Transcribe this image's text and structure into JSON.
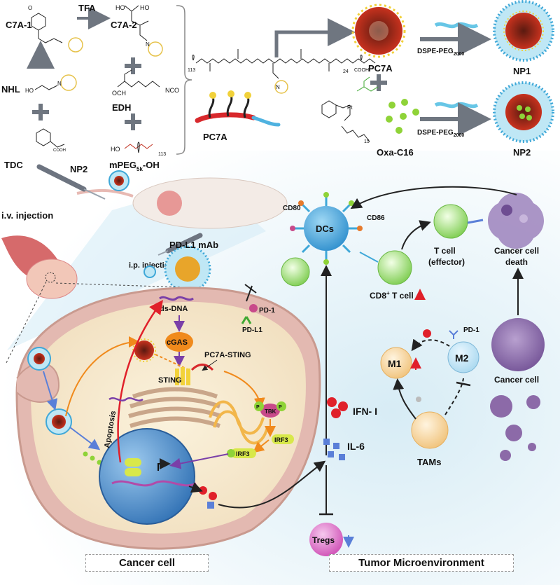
{
  "chemistry": {
    "c7a1": "C7A-1",
    "tfa": "TFA",
    "c7a2": "C7A-2",
    "nhl": "NHL",
    "edh": "EDH",
    "tdc": "TDC",
    "mpeg": "mPEG",
    "mpeg_sub": "5k",
    "mpeg_suffix": "-OH",
    "edh_och": "OCH",
    "edh_nco": "NCO",
    "ho": "HO",
    "cooh": "COOH",
    "n": "N",
    "o": "O",
    "n113": "113",
    "n113b": "113",
    "nsub24": "24",
    "nsub15": "15",
    "pc7a_poly": "PC7A",
    "pc7a_np": "PC7A",
    "oxa": "Oxa-C16",
    "pt": "Pt",
    "dspe1": "DSPE-PEG",
    "dspe1_sub": "2000",
    "dspe2": "DSPE-PEG",
    "dspe2_sub": "2000",
    "np1": "NP1",
    "np2": "NP2"
  },
  "mouse": {
    "np2": "NP2",
    "iv": "i.v. injection",
    "ip": "i.p. injection",
    "pdl1_mab": "PD-L1 mAb"
  },
  "cell": {
    "dsdna": "ds-DNA",
    "cgas": "cGAS",
    "pc7a_sting": "PC7A-STING",
    "sting": "STING",
    "apoptosis": "Apoptosis",
    "tbk": "TBK",
    "p": "P",
    "irf3": "IRF3",
    "p_irf3": "IRF3",
    "pd1": "PD-1",
    "pdl1": "PD-L1"
  },
  "tme": {
    "cd80": "CD80",
    "cd86": "CD86",
    "dcs": "DCs",
    "tcell_line1": "T cell",
    "tcell_line2": "(effector)",
    "death_line1": "Cancer cell",
    "death_line2": "death",
    "cd8": "CD8",
    "cd8_sup": "+",
    "cd8_suffix": " T cell",
    "m1": "M1",
    "m2": "M2",
    "m2_pd1": "PD-1",
    "ifn": "IFN- I",
    "il6": "IL-6",
    "tams": "TAMs",
    "tregs": "Tregs",
    "cancer_cell": "Cancer cell"
  },
  "panels": {
    "left": "Cancer cell",
    "right": "Tumor Microenvironment"
  },
  "colors": {
    "arrow_gray": "#6f7680",
    "red_arrow": "#e0202a",
    "orange_arrow": "#f08a1c",
    "purple_arrow": "#7a3fa8",
    "cell_pink": "#e3b9b1",
    "nucleus_blue": "#3f86c8",
    "dc_blue": "#3fa8e0",
    "tcell_green": "#86d45a",
    "treg_pink": "#d86ac0",
    "tam_orange": "#f2c48a",
    "cancer_purple": "#8c6aa8",
    "np_red": "#b22a1c",
    "peg_cyan": "#67c6e6"
  }
}
